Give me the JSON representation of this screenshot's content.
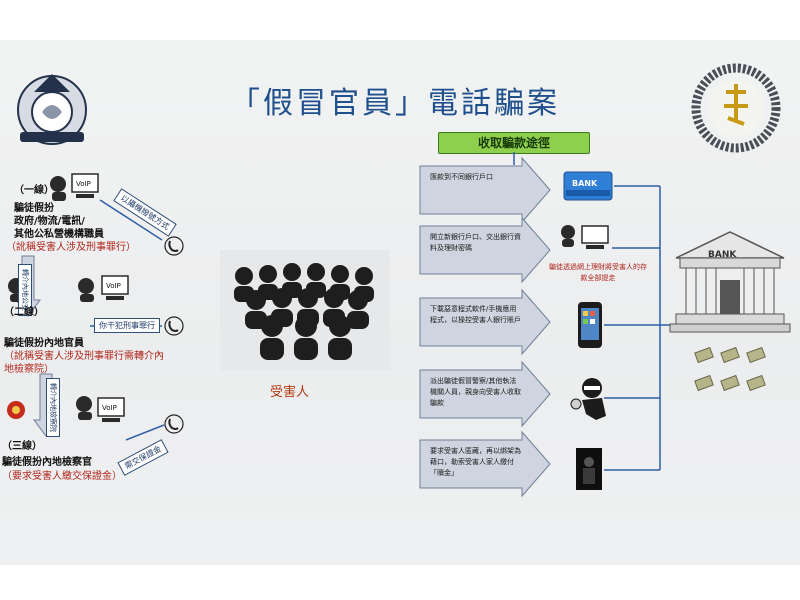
{
  "title": "「假冒官員」電話騙案",
  "route_header": "收取騙款途徑",
  "tiers": [
    {
      "level": "（一線）",
      "lines": [
        "騙徒假扮",
        "政府/物流/電訊/",
        "其他公私營機構職員"
      ],
      "red_line": "（訛稱受害人涉及刑事罪行）",
      "tag": "以攝機撥號方式",
      "voip": "VoIP"
    },
    {
      "level": "（二線）",
      "lines": [
        "騙徒假扮內地官員"
      ],
      "red_lines": [
        "（訛稱受害人涉及刑事罪行需轉介內",
        "地檢察院）"
      ],
      "tag": "你干犯刑事罪行",
      "transfer": "轉介內地公安",
      "voip": "VoIP"
    },
    {
      "level": "（三線）",
      "lines": [
        "騙徒假扮內地檢察官"
      ],
      "red_line": "（要求受害人繳交保證金）",
      "tag": "需交保證金",
      "transfer": "轉介內地檢察院",
      "voip": "VoIP"
    }
  ],
  "victim_label": "受害人",
  "routes": [
    {
      "text": "匯款到不同銀行戶口",
      "icon": "bank-card-icon",
      "card_text": "BANK"
    },
    {
      "text": "開立新銀行戶口、交出銀行資料及理財密碼",
      "icon": "hacker-computer-icon",
      "note": "騙徒透過網上理財將受害人的存款全部提走"
    },
    {
      "text": "下載惡意程式軟件/手機應用程式，以操控受害人銀行賬戶",
      "icon": "smartphone-icon"
    },
    {
      "text": "派出騙徒假冒警察/其他執法機關人員，親身向受害人收取騙款",
      "icon": "thief-running-icon"
    },
    {
      "text": "要求受害人匿藏，再以綁架為藉口，勒索受害人家人繳付「贖金」",
      "icon": "kidnap-photo-icon"
    }
  ],
  "bank_label": "BANK",
  "colors": {
    "title": "#1f4f8c",
    "red_text": "#b0251a",
    "route_header_bg": "#8fcf4e",
    "arrow_fill": "#cfd5e0",
    "line_blue": "#2d5fa8"
  }
}
